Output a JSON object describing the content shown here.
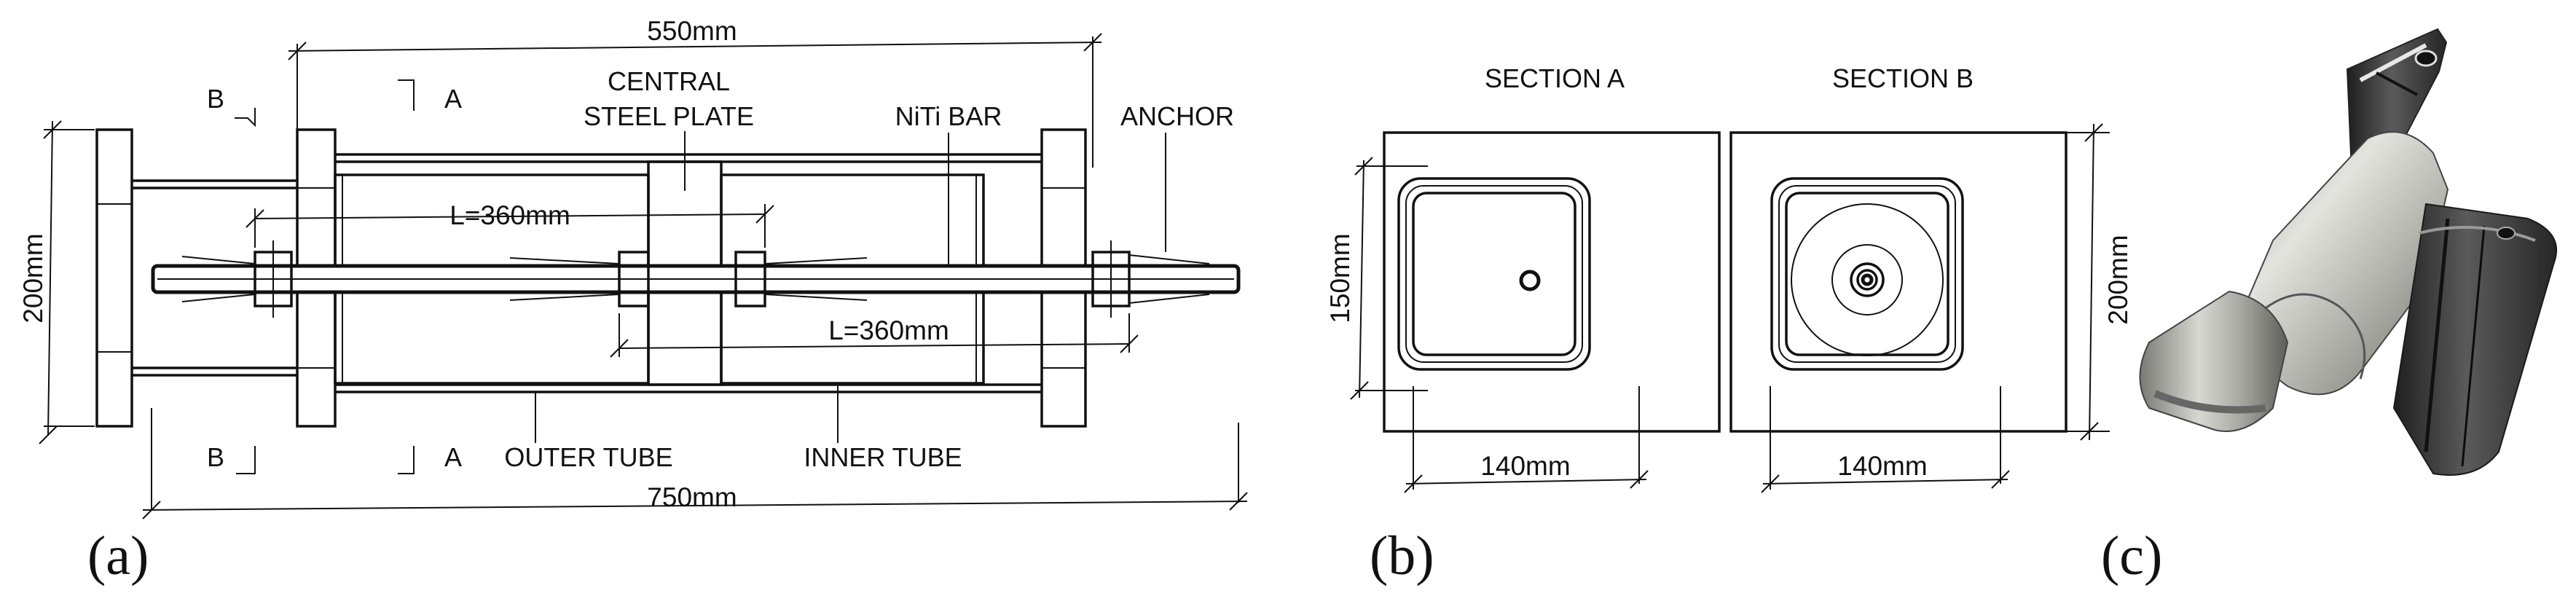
{
  "panel_a": {
    "label": "(a)",
    "dim_top": "550mm",
    "dim_bottom": "750mm",
    "dim_left": "200mm",
    "dim_upper_rod": "L=360mm",
    "dim_lower_rod": "L=360mm",
    "central_plate": [
      "CENTRAL",
      "STEEL PLATE"
    ],
    "niti_bar": "NiTi BAR",
    "anchor": "ANCHOR",
    "outer_tube": "OUTER TUBE",
    "inner_tube": "INNER TUBE",
    "section_b_top": "B",
    "section_b_bottom": "B",
    "section_a_top": "A",
    "section_a_bottom": "A"
  },
  "panel_b": {
    "label": "(b)",
    "section_a_title": "SECTION A",
    "section_b_title": "SECTION B",
    "dim_inner_height": "150mm",
    "dim_outer_height": "200mm",
    "dim_width_a": "140mm",
    "dim_width_b": "140mm"
  },
  "panel_c": {
    "label": "(c)",
    "photo_subject": "wedge anchor assembly"
  },
  "colors": {
    "line": "#111111",
    "metal_light": "#c9c9c4",
    "metal_dark": "#3a3a3a"
  }
}
